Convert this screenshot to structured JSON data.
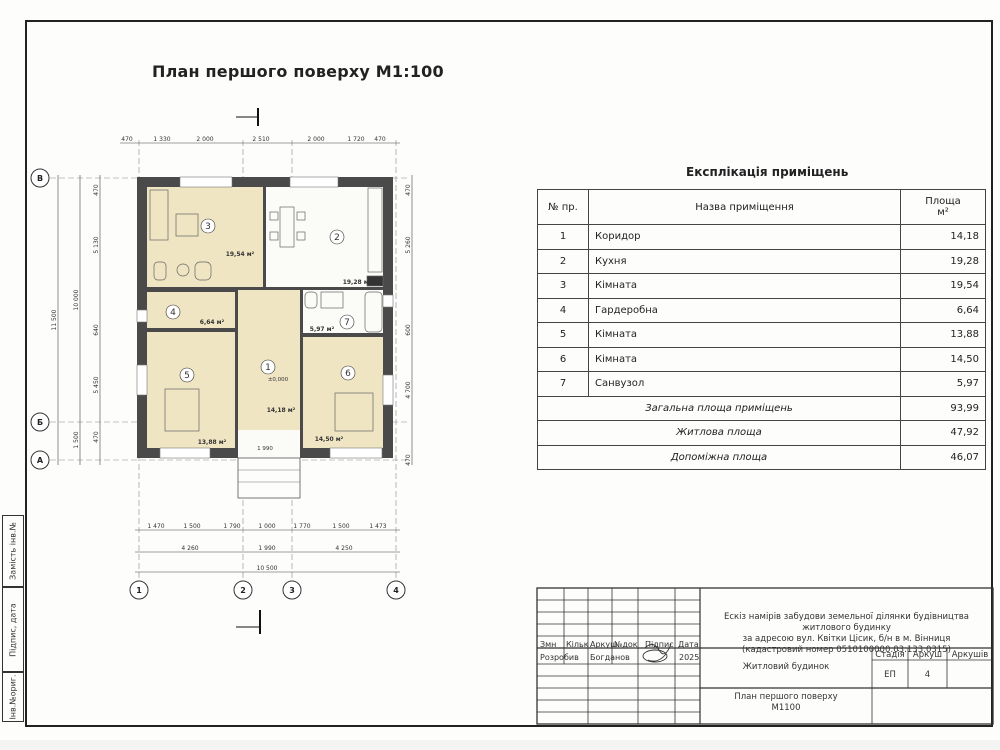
{
  "sheet": {
    "title": "План першого поверху М1:100"
  },
  "side_stamp": [
    "Замість інв.№",
    "Підпис, дата",
    "Інв.№ориг."
  ],
  "explication": {
    "title": "Експлікація приміщень",
    "headers": {
      "num": "№ пр.",
      "name": "Назва приміщення",
      "area": "Площа",
      "unit": "м²"
    },
    "rows": [
      {
        "num": "1",
        "name": "Коридор",
        "area": "14,18"
      },
      {
        "num": "2",
        "name": "Кухня",
        "area": "19,28"
      },
      {
        "num": "3",
        "name": "Кімната",
        "area": "19,54"
      },
      {
        "num": "4",
        "name": "Гардеробна",
        "area": "6,64"
      },
      {
        "num": "5",
        "name": "Кімната",
        "area": "13,88"
      },
      {
        "num": "6",
        "name": "Кімната",
        "area": "14,50"
      },
      {
        "num": "7",
        "name": "Санвузол",
        "area": "5,97"
      }
    ],
    "totals": [
      {
        "label": "Загальна площа приміщень",
        "value": "93,99"
      },
      {
        "label": "Житлова площа",
        "value": "47,92"
      },
      {
        "label": "Допоміжна площа",
        "value": "46,07"
      }
    ]
  },
  "plan": {
    "rooms": [
      {
        "num": "1",
        "area": "14,18 м²"
      },
      {
        "num": "2",
        "area": "19,28 м²"
      },
      {
        "num": "3",
        "area": "19,54 м²"
      },
      {
        "num": "4",
        "area": "6,64 м²"
      },
      {
        "num": "5",
        "area": "13,88 м²"
      },
      {
        "num": "6",
        "area": "14,50 м²"
      },
      {
        "num": "7",
        "area": "5,97 м²"
      }
    ],
    "level_mark": "±0,000",
    "top_dims": [
      "470",
      "1 330",
      "2 000",
      "2 510",
      "2 000",
      "1 720",
      "470"
    ],
    "bottom_dims_1": [
      "1 470",
      "1 500",
      "1 790",
      "1 000",
      "1 770",
      "1 500",
      "1 473"
    ],
    "bottom_dims_2": [
      "4 260",
      "1 990",
      "4 250"
    ],
    "bottom_total": "10 500",
    "left_dims": [
      "470",
      "5 130",
      "640",
      "5 450",
      "470",
      "1 500"
    ],
    "left_totals": [
      "10 000",
      "11 500"
    ],
    "right_dims": [
      "470",
      "5 260",
      "600",
      "4 700",
      "470"
    ],
    "porch_dim": "1 990",
    "axes_x": [
      "1",
      "2",
      "3",
      "4"
    ],
    "axes_y": [
      "В",
      "Б",
      "А"
    ]
  },
  "title_block": {
    "col_headers": [
      "Змн",
      "Кільк",
      "Аркуш",
      "№док",
      "Підпис",
      "Дата"
    ],
    "developer_role": "Розробив",
    "developer_name": "Богданов",
    "year": "2025",
    "project_line1": "Ескіз намірів забудови земельної ділянки будівництва житлового будинку",
    "project_line2": "за адресою вул. Квітки Цісик, б/н в м. Вінниця",
    "project_line3": "(кадастровий номер 0510100000:03:133:0315)",
    "object": "Житловий будинок",
    "stage_label": "Стадія",
    "sheet_label": "Аркуш",
    "sheets_label": "Аркушів",
    "stage": "ЕП",
    "sheet": "4",
    "drawing_line1": "План першого поверху",
    "drawing_line2": "М1100"
  }
}
